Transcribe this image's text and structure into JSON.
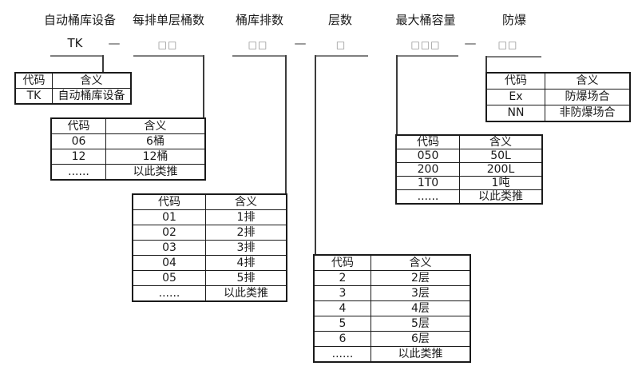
{
  "fields": [
    {
      "id": "device",
      "label": "自动桶库设备",
      "code": "TK"
    },
    {
      "id": "barrels-per-row",
      "label": "每排单层桶数",
      "code": "□□"
    },
    {
      "id": "row-count",
      "label": "桶库排数",
      "code": "□□"
    },
    {
      "id": "layer-count",
      "label": "层数",
      "code": "□"
    },
    {
      "id": "max-capacity",
      "label": "最大桶容量",
      "code": "□□□"
    },
    {
      "id": "explosion-proof",
      "label": "防爆",
      "code": "□□"
    }
  ],
  "dash": "—",
  "tables": [
    {
      "name": "device-code",
      "headers": [
        "代码",
        "含义"
      ],
      "rows": [
        [
          "TK",
          "自动桶库设备"
        ]
      ]
    },
    {
      "name": "barrels-per-row",
      "headers": [
        "代码",
        "含义"
      ],
      "rows": [
        [
          "06",
          "6桶"
        ],
        [
          "12",
          "12桶"
        ],
        [
          "......",
          "以此类推"
        ]
      ]
    },
    {
      "name": "row-count",
      "headers": [
        "代码",
        "含义"
      ],
      "rows": [
        [
          "01",
          "1排"
        ],
        [
          "02",
          "2排"
        ],
        [
          "03",
          "3排"
        ],
        [
          "04",
          "4排"
        ],
        [
          "05",
          "5排"
        ],
        [
          "......",
          "以此类推"
        ]
      ]
    },
    {
      "name": "layer-count",
      "headers": [
        "代码",
        "含义"
      ],
      "rows": [
        [
          "2",
          "2层"
        ],
        [
          "3",
          "3层"
        ],
        [
          "4",
          "4层"
        ],
        [
          "5",
          "5层"
        ],
        [
          "6",
          "6层"
        ],
        [
          "......",
          "以此类推"
        ]
      ]
    },
    {
      "name": "max-capacity",
      "headers": [
        "代码",
        "含义"
      ],
      "rows": [
        [
          "050",
          "50L"
        ],
        [
          "200",
          "200L"
        ],
        [
          "1T0",
          "1吨"
        ],
        [
          "......",
          "以此类推"
        ]
      ]
    },
    {
      "name": "explosion-proof",
      "headers": [
        "代码",
        "含义"
      ],
      "rows": [
        [
          "Ex",
          "防爆场合"
        ],
        [
          "NN",
          "非防爆场合"
        ]
      ]
    }
  ],
  "colors": {
    "connector_horizontal": "#7f7f7f",
    "connector_vertical": "#3c3c3c",
    "table_border": "#1a1a1a",
    "text": "#1a1a1a",
    "digit_box_outline": "#8a8a8a",
    "background": "#ffffff"
  }
}
